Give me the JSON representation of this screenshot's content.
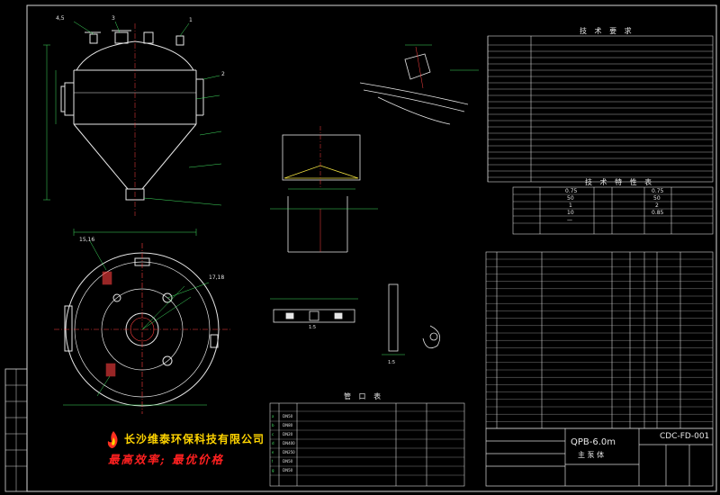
{
  "drawing": {
    "section_titles": {
      "tech_requirements": "技 术 要 求",
      "tech_features": "技 术 特 性 表",
      "nozzle_table": "管 口 表"
    },
    "company_name": "长沙维泰环保科技有限公司",
    "slogan": "最高效率; 最优价格",
    "title_block": {
      "model": "QPB-6.0m",
      "name": "主 泵 体",
      "drawing_code": "CDC-FD-001"
    },
    "labels": {
      "detail_scale_1": "1:5",
      "detail_scale_2": "1:5",
      "callout_1": "4,5",
      "callout_2": "3",
      "callout_3": "1",
      "callout_4": "2",
      "callout_5": "15,16",
      "callout_6": "17,18"
    },
    "nozzle_rows": [
      {
        "id": "a",
        "size": "DN50"
      },
      {
        "id": "b",
        "size": "DN80"
      },
      {
        "id": "c",
        "size": "DN20"
      },
      {
        "id": "d",
        "size": "DN400"
      },
      {
        "id": "e",
        "size": "DN250"
      },
      {
        "id": "f",
        "size": "DN50"
      },
      {
        "id": "g",
        "size": "DN50"
      }
    ],
    "feature_values": {
      "design_pressure": "0.75",
      "design_temp": "50",
      "corrosion": "1",
      "volume": "10",
      "medium": "—",
      "right_1": "0.75",
      "right_2": "50",
      "right_3": "2",
      "right_4": "0.85"
    }
  }
}
